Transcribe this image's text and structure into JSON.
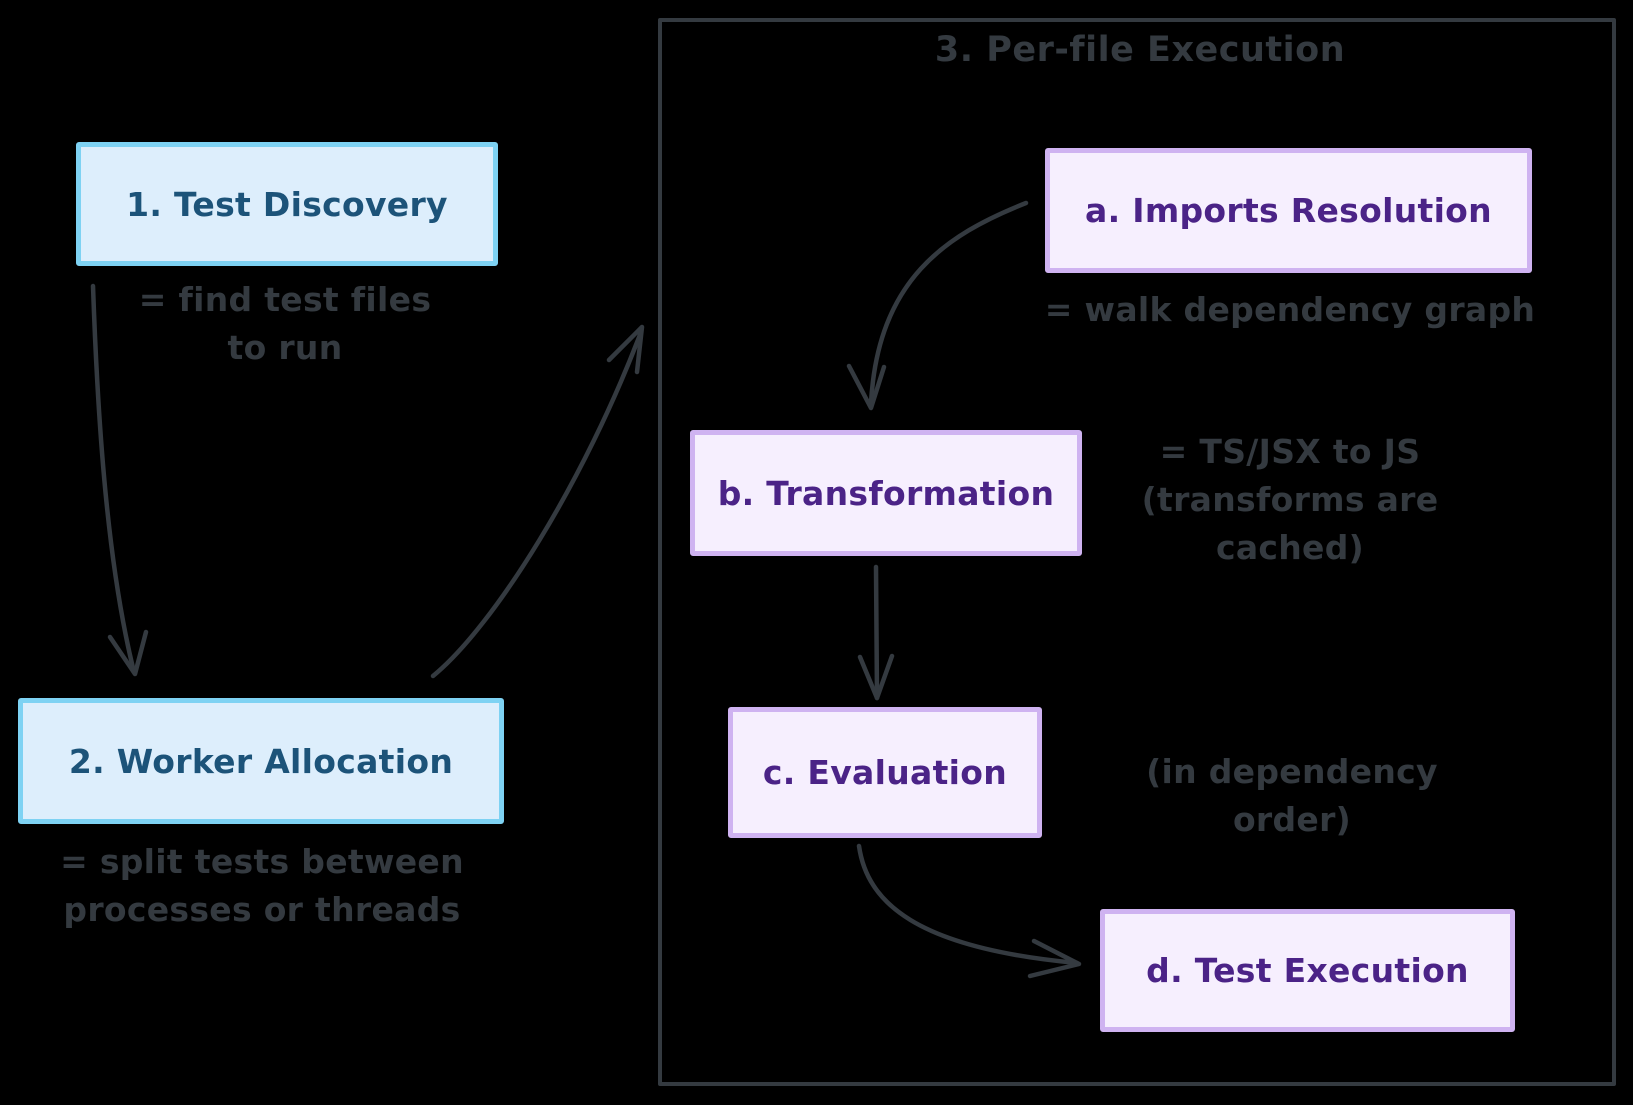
{
  "colors": {
    "background": "#000000",
    "blue_fill": "#ddeefc",
    "blue_border": "#7ed2f3",
    "blue_text": "#1c5379",
    "purple_fill": "#f6effe",
    "purple_border": "#cfb3f1",
    "purple_text": "#4b2387",
    "ink": "#343a40"
  },
  "pipeline": {
    "stage1": {
      "label": "1. Test Discovery",
      "note_line1": "= find test files",
      "note_line2": "to run"
    },
    "stage2": {
      "label": "2. Worker Allocation",
      "note_line1": "= split tests between",
      "note_line2": "processes or threads"
    },
    "stage3": {
      "title": "3. Per-file Execution",
      "step_a": {
        "label": "a. Imports Resolution",
        "note": "= walk dependency graph"
      },
      "step_b": {
        "label": "b. Transformation",
        "note_line1": "= TS/JSX to JS",
        "note_line2": "(transforms are",
        "note_line3": "cached)"
      },
      "step_c": {
        "label": "c. Evaluation",
        "note": "(in dependency order)"
      },
      "step_d": {
        "label": "d. Test Execution"
      }
    }
  }
}
